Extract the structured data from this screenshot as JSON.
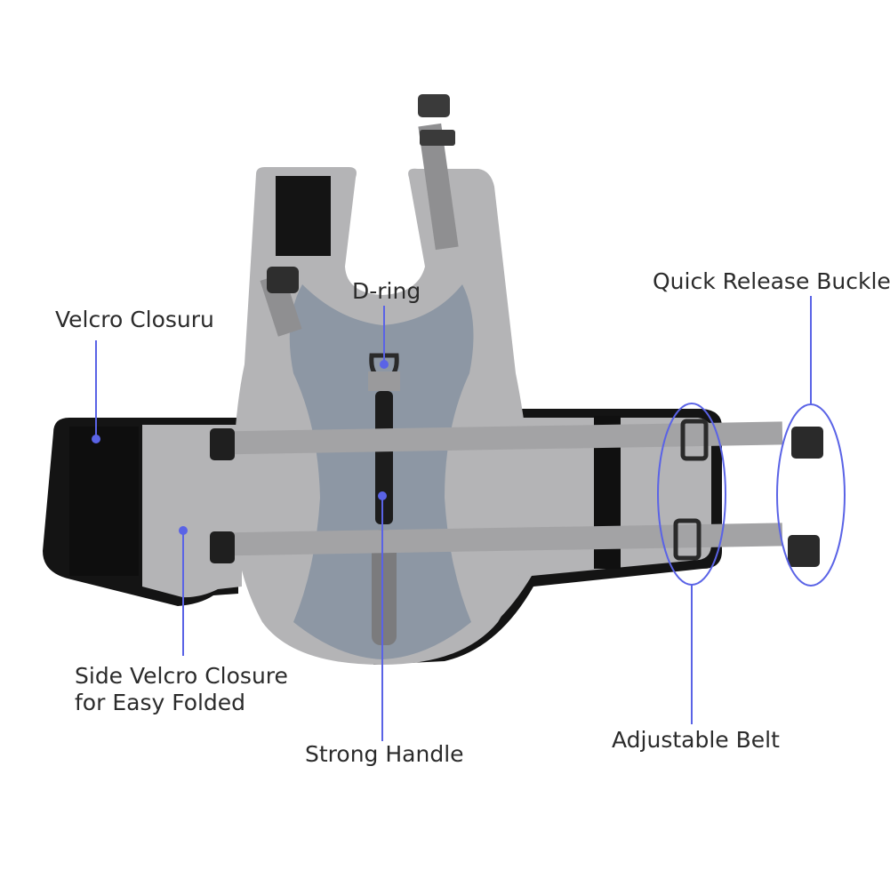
{
  "labels": {
    "velcro_closure": "Velcro Closuru",
    "d_ring": "D-ring",
    "quick_release_buckle": "Quick Release Buckle",
    "side_velcro_line1": "Side Velcro Closure",
    "side_velcro_line2": "for Easy Folded",
    "strong_handle": "Strong Handle",
    "adjustable_belt": "Adjustable Belt"
  },
  "colors": {
    "background": "#ffffff",
    "vest_gray": "#b4b4b6",
    "vest_panel": "#8d97a4",
    "trim_black": "#141414",
    "strap_gray": "#a3a3a5",
    "callout_blue": "#5a63e6",
    "text": "#2b2b2b"
  }
}
